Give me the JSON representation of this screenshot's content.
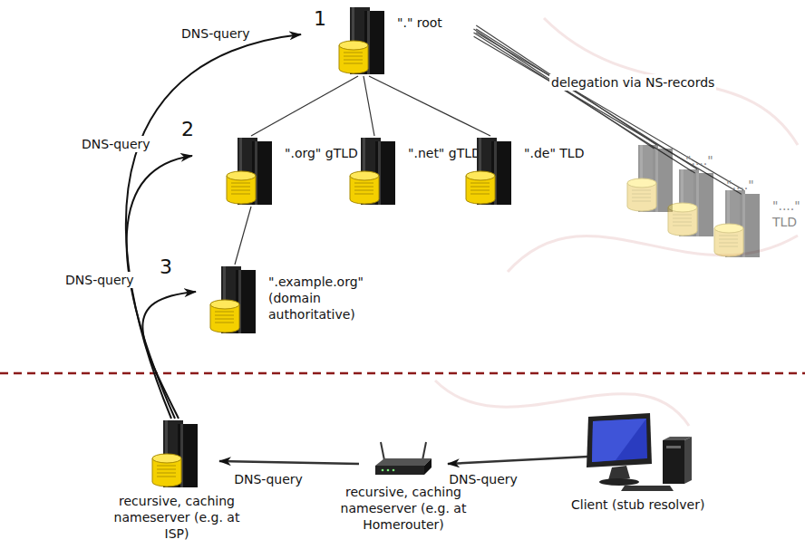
{
  "diagram": {
    "nodes": [
      {
        "text": [
          "\".\" root"
        ]
      },
      {
        "text": [
          "\".org\" gTLD"
        ]
      },
      {
        "text": [
          "\".net\" gTLD"
        ]
      },
      {
        "text": [
          "\".de\" TLD"
        ]
      },
      {
        "text": [
          "\"....\""
        ]
      },
      {
        "text": [
          "\"....\""
        ]
      },
      {
        "text": [
          "\"....\" TLD"
        ]
      },
      {
        "text": [
          "\".example.org\" (domain authoritative)"
        ]
      },
      {
        "text": [
          "recursive, caching nameserver (e.g. at ISP)"
        ]
      },
      {
        "text": [
          "recursive, caching nameserver (e.g. at Homerouter)"
        ]
      },
      {
        "text": [
          "Client (stub resolver)"
        ]
      }
    ],
    "edges": [
      {
        "from": 0,
        "to": 1,
        "arrow": "none"
      },
      {
        "from": 0,
        "to": 2,
        "arrow": "none"
      },
      {
        "from": 0,
        "to": 3,
        "arrow": "none"
      },
      {
        "from": 0,
        "to": 4,
        "label": "delegation via NS-records",
        "arrow": "none"
      },
      {
        "from": 0,
        "to": 5,
        "arrow": "none"
      },
      {
        "from": 0,
        "to": 6,
        "arrow": "none"
      },
      {
        "from": 1,
        "to": 7,
        "arrow": "none"
      },
      {
        "from": 8,
        "to": 0,
        "label": "DNS-query",
        "arrow": "to"
      },
      {
        "from": 8,
        "to": 1,
        "label": "DNS-query",
        "arrow": "to"
      },
      {
        "from": 8,
        "to": 7,
        "label": "DNS-query",
        "arrow": "to"
      },
      {
        "from": 10,
        "to": 9,
        "label": "DNS-query",
        "arrow": "to"
      },
      {
        "from": 9,
        "to": 8,
        "label": "DNS-query",
        "arrow": "to"
      }
    ],
    "labels": [
      "1",
      "2",
      "3"
    ]
  }
}
